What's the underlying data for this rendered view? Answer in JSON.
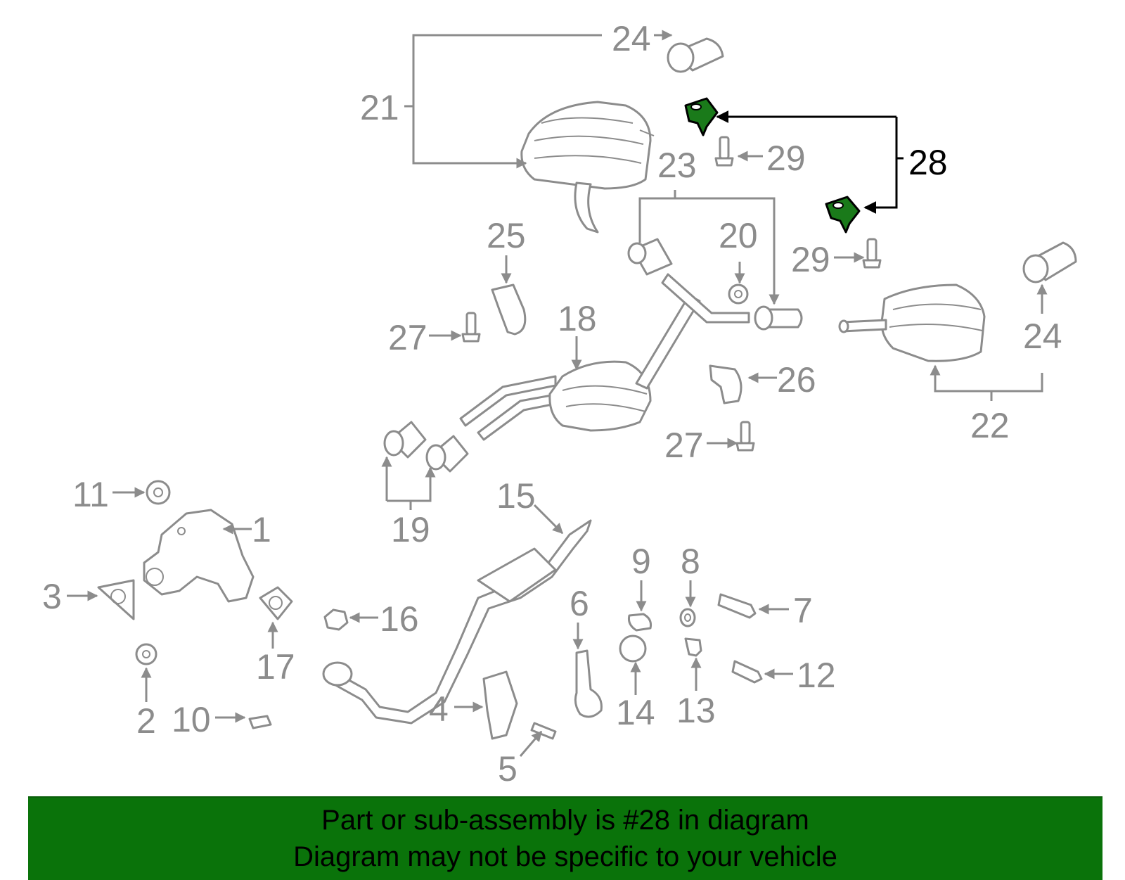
{
  "callouts": {
    "n1": "1",
    "n2": "2",
    "n3": "3",
    "n4": "4",
    "n5": "5",
    "n6": "6",
    "n7": "7",
    "n8": "8",
    "n9": "9",
    "n10": "10",
    "n11": "11",
    "n12": "12",
    "n13": "13",
    "n14": "14",
    "n15": "15",
    "n16": "16",
    "n17": "17",
    "n18": "18",
    "n19": "19",
    "n20": "20",
    "n21": "21",
    "n22": "22",
    "n23": "23",
    "n24a": "24",
    "n24b": "24",
    "n25": "25",
    "n26": "26",
    "n27a": "27",
    "n27b": "27",
    "n28": "28",
    "n29a": "29",
    "n29b": "29"
  },
  "highlighted_part": "28",
  "colors": {
    "highlight_fill": "#1a7a1a",
    "banner_background": "#0a730a",
    "line_gray": "#8c8c8c"
  },
  "banner": {
    "line1": "Part or sub-assembly is #28 in diagram",
    "line2": "Diagram may not be specific to your vehicle"
  }
}
